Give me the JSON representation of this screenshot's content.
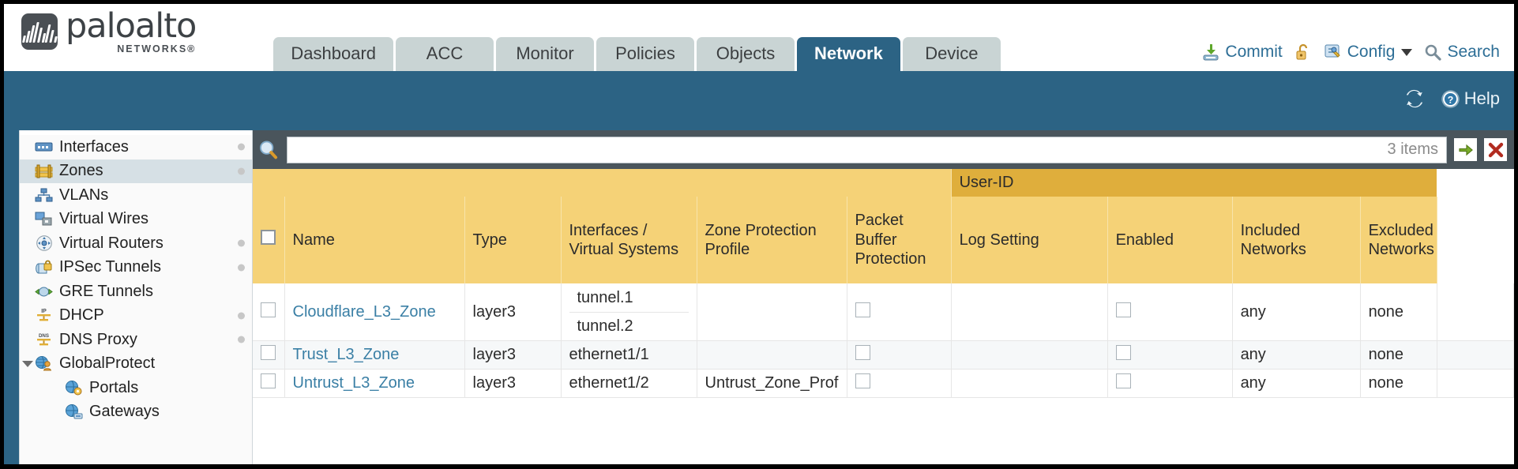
{
  "brand": {
    "name": "paloalto",
    "sub": "NETWORKS®",
    "logo_icon": "paloalto-waveform-logo"
  },
  "nav": {
    "tabs": [
      {
        "label": "Dashboard",
        "active": false
      },
      {
        "label": "ACC",
        "active": false
      },
      {
        "label": "Monitor",
        "active": false
      },
      {
        "label": "Policies",
        "active": false
      },
      {
        "label": "Objects",
        "active": false
      },
      {
        "label": "Network",
        "active": true
      },
      {
        "label": "Device",
        "active": false
      }
    ]
  },
  "top_actions": {
    "commit": {
      "label": "Commit",
      "icon": "commit-download-icon"
    },
    "lock": {
      "label": "",
      "icon": "unlock-padlock-icon"
    },
    "config": {
      "label": "Config",
      "icon": "config-wrench-icon",
      "caret": "chevron-down-icon"
    },
    "search": {
      "label": "Search",
      "icon": "search-magnifier-icon"
    }
  },
  "blueband": {
    "refresh": {
      "icon": "refresh-icon"
    },
    "help": {
      "label": "Help",
      "icon": "help-question-icon"
    }
  },
  "sidebar": {
    "items": [
      {
        "label": "Interfaces",
        "icon": "interfaces-icon",
        "selected": false,
        "dot": true,
        "child": false,
        "twisty": false
      },
      {
        "label": "Zones",
        "icon": "zones-icon",
        "selected": true,
        "dot": true,
        "child": false,
        "twisty": false
      },
      {
        "label": "VLANs",
        "icon": "vlans-icon",
        "selected": false,
        "dot": false,
        "child": false,
        "twisty": false
      },
      {
        "label": "Virtual Wires",
        "icon": "virtual-wires-icon",
        "selected": false,
        "dot": false,
        "child": false,
        "twisty": false
      },
      {
        "label": "Virtual Routers",
        "icon": "virtual-routers-icon",
        "selected": false,
        "dot": true,
        "child": false,
        "twisty": false
      },
      {
        "label": "IPSec Tunnels",
        "icon": "ipsec-tunnels-icon",
        "selected": false,
        "dot": true,
        "child": false,
        "twisty": false
      },
      {
        "label": "GRE Tunnels",
        "icon": "gre-tunnels-icon",
        "selected": false,
        "dot": false,
        "child": false,
        "twisty": false
      },
      {
        "label": "DHCP",
        "icon": "dhcp-icon",
        "selected": false,
        "dot": true,
        "child": false,
        "twisty": false
      },
      {
        "label": "DNS Proxy",
        "icon": "dns-proxy-icon",
        "selected": false,
        "dot": true,
        "child": false,
        "twisty": false
      },
      {
        "label": "GlobalProtect",
        "icon": "globalprotect-icon",
        "selected": false,
        "dot": false,
        "child": false,
        "twisty": true
      },
      {
        "label": "Portals",
        "icon": "portals-icon",
        "selected": false,
        "dot": false,
        "child": true,
        "twisty": false
      },
      {
        "label": "Gateways",
        "icon": "gateways-icon",
        "selected": false,
        "dot": false,
        "child": true,
        "twisty": false
      }
    ]
  },
  "filterbar": {
    "search_icon": "search-magnifier-icon",
    "search_value": "",
    "search_placeholder": "",
    "item_count": "3 items",
    "apply_icon": "green-arrow-apply-icon",
    "clear_icon": "red-x-clear-icon"
  },
  "table": {
    "group_header": {
      "label": "User-ID",
      "spans": [
        "Enabled",
        "Included Networks",
        "Excluded Networks"
      ]
    },
    "columns": [
      "Name",
      "Type",
      "Interfaces / Virtual Systems",
      "Zone Protection Profile",
      "Packet Buffer Protection",
      "Log Setting",
      "Enabled",
      "Included Networks",
      "Excluded Networks"
    ],
    "rows": [
      {
        "selected": false,
        "name": "Cloudflare_L3_Zone",
        "type": "layer3",
        "interfaces": [
          "tunnel.1",
          "tunnel.2"
        ],
        "zone_protection_profile": "",
        "packet_buffer_protection": false,
        "log_setting": "",
        "userid_enabled": false,
        "included_networks": "any",
        "excluded_networks": "none"
      },
      {
        "selected": false,
        "name": "Trust_L3_Zone",
        "type": "layer3",
        "interfaces": [
          "ethernet1/1"
        ],
        "zone_protection_profile": "",
        "packet_buffer_protection": false,
        "log_setting": "",
        "userid_enabled": false,
        "included_networks": "any",
        "excluded_networks": "none"
      },
      {
        "selected": false,
        "name": "Untrust_L3_Zone",
        "type": "layer3",
        "interfaces": [
          "ethernet1/2"
        ],
        "zone_protection_profile": "Untrust_Zone_Prof",
        "packet_buffer_protection": false,
        "log_setting": "",
        "userid_enabled": false,
        "included_networks": "any",
        "excluded_networks": "none"
      }
    ]
  },
  "colors": {
    "brand_blue": "#2c6384",
    "tab_inactive": "#c9d4d4",
    "table_header_gold": "#f5d277",
    "group_header_gold": "#dfae3c",
    "link_blue": "#3a7fa5",
    "filterbar_dark": "#4a555c"
  }
}
